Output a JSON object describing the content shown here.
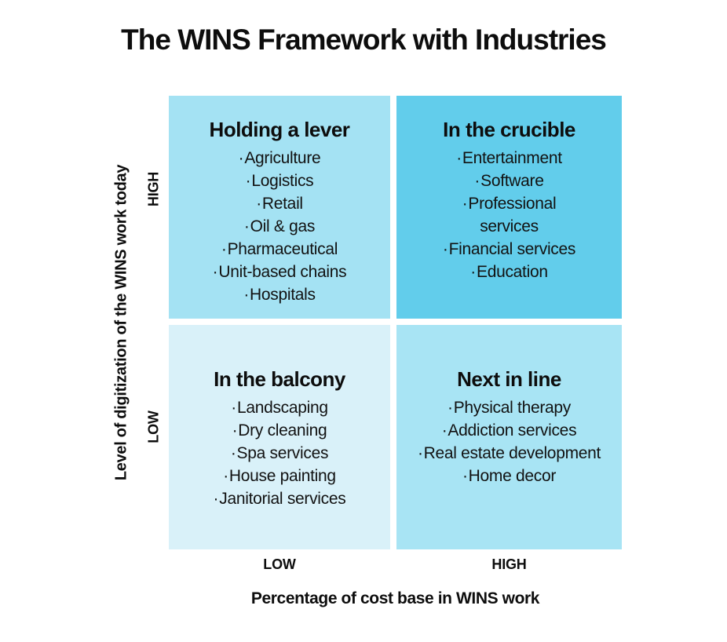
{
  "title": "The WINS Framework with Industries",
  "ui": {
    "bullet": "·"
  },
  "colors": {
    "background": "#ffffff",
    "text": "#111111",
    "quadrant_top_left": "#a4e2f3",
    "quadrant_top_right": "#62cdeb",
    "quadrant_bottom_left": "#d9f1f9",
    "quadrant_bottom_right": "#a8e4f4"
  },
  "y_axis": {
    "title": "Level of digitization of the WINS work today",
    "tick_high": "HIGH",
    "tick_low": "LOW"
  },
  "x_axis": {
    "title": "Percentage of cost base in WINS work",
    "tick_low": "LOW",
    "tick_high": "HIGH"
  },
  "quadrants": [
    {
      "id": "holding-a-lever",
      "position": "top-left",
      "title": "Holding a lever",
      "items": [
        "Agriculture",
        "Logistics",
        "Retail",
        "Oil & gas",
        "Pharmaceutical",
        "Unit-based chains",
        "Hospitals"
      ]
    },
    {
      "id": "in-the-crucible",
      "position": "top-right",
      "title": "In the crucible",
      "items": [
        "Entertainment",
        "Software",
        "Professional\nservices",
        "Financial services",
        "Education"
      ]
    },
    {
      "id": "in-the-balcony",
      "position": "bottom-left",
      "title": "In the balcony",
      "items": [
        "Landscaping",
        "Dry cleaning",
        "Spa services",
        "House painting",
        "Janitorial services"
      ]
    },
    {
      "id": "next-in-line",
      "position": "bottom-right",
      "title": "Next in line",
      "items": [
        "Physical therapy",
        "Addiction services",
        "Real estate development",
        "Home decor"
      ]
    }
  ]
}
